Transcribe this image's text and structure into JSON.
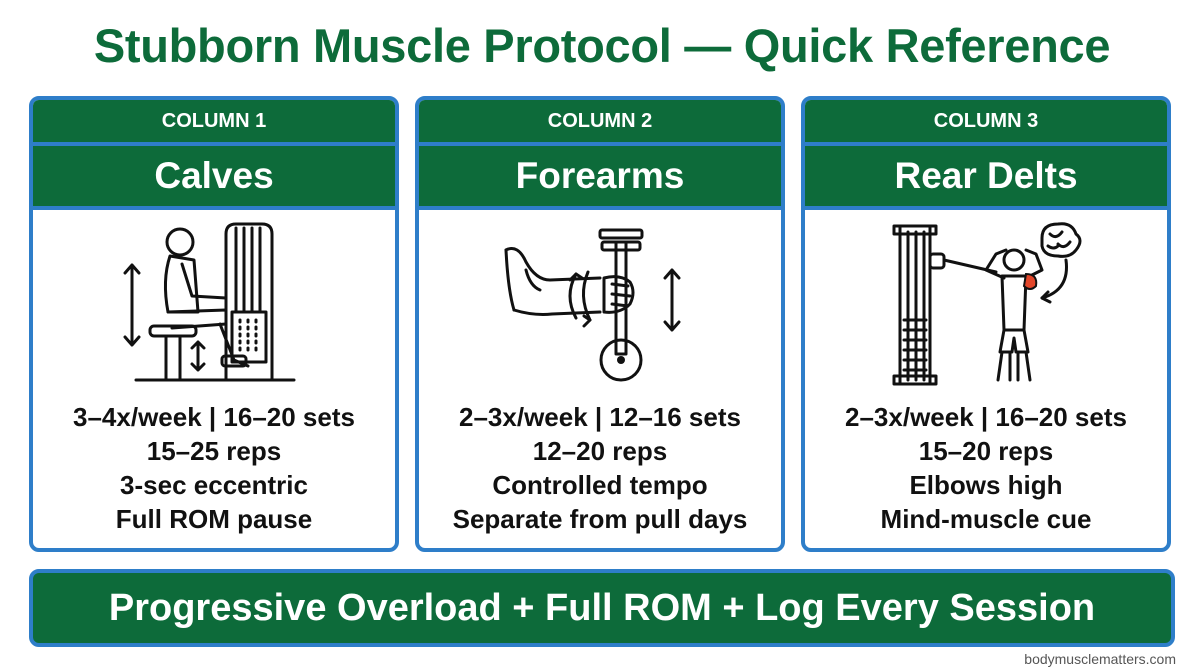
{
  "title": "Stubborn Muscle Protocol — Quick Reference",
  "colors": {
    "green": "#0d6b3a",
    "blue": "#2e7ec9",
    "accent": "#e2462a"
  },
  "columns": [
    {
      "label": "COLUMN 1",
      "name": "Calves",
      "icon": "seated-calf-raise-machine-icon",
      "lines": [
        "3–4x/week | 16–20 sets",
        "15–25 reps",
        "3-sec eccentric",
        "Full ROM pause"
      ]
    },
    {
      "label": "COLUMN 2",
      "name": "Forearms",
      "icon": "wrist-roller-curl-icon",
      "lines": [
        "2–3x/week | 12–16 sets",
        "12–20 reps",
        "Controlled tempo",
        "Separate from pull days"
      ]
    },
    {
      "label": "COLUMN 3",
      "name": "Rear Delts",
      "icon": "cable-face-pull-icon",
      "lines": [
        "2–3x/week | 16–20 sets",
        "15–20 reps",
        "Elbows high",
        "Mind-muscle cue"
      ]
    }
  ],
  "banner": "Progressive Overload + Full ROM + Log Every Session",
  "source": "bodymusclematters.com"
}
